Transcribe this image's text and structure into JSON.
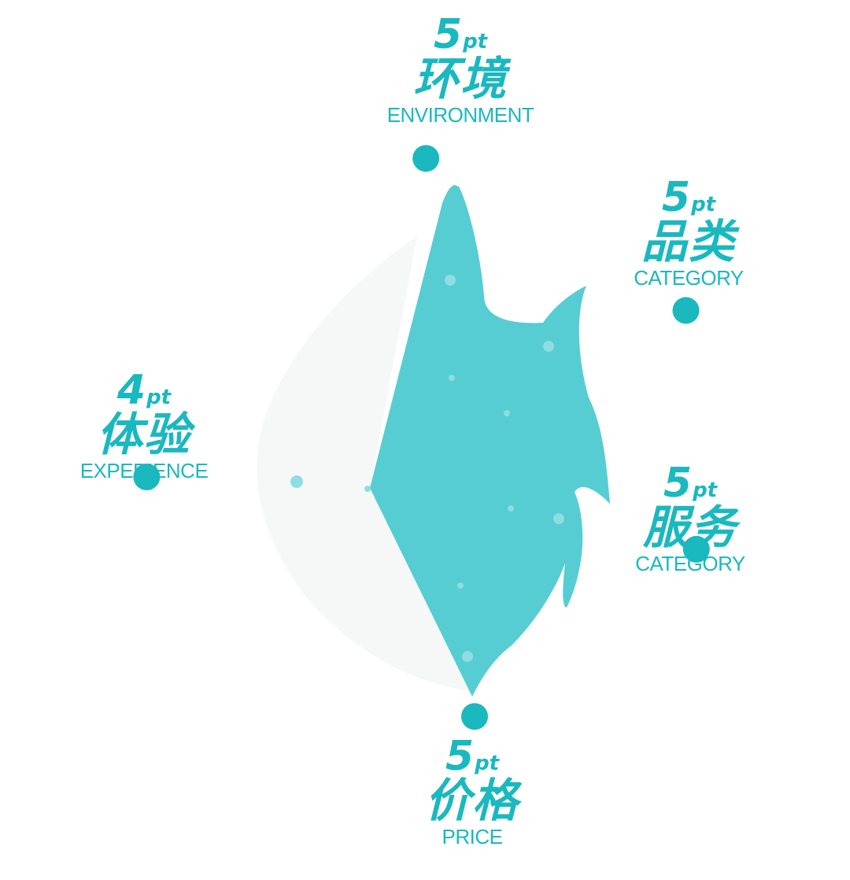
{
  "chart_data": {
    "type": "radar",
    "unit": "pt",
    "axes": [
      {
        "key": "env",
        "value": 5,
        "unit": "pt",
        "label_zh": "环境",
        "label_en": "ENVIRONMENT"
      },
      {
        "key": "cat",
        "value": 5,
        "unit": "pt",
        "label_zh": "品类",
        "label_en": "CATEGORY"
      },
      {
        "key": "svc",
        "value": 5,
        "unit": "pt",
        "label_zh": "服务",
        "label_en": "CATEGORY"
      },
      {
        "key": "prc",
        "value": 5,
        "unit": "pt",
        "label_zh": "价格",
        "label_en": "PRICE"
      },
      {
        "key": "exp",
        "value": 4,
        "unit": "pt",
        "label_zh": "体验",
        "label_en": "EXPERIENCE"
      }
    ],
    "max": 5
  },
  "colors": {
    "accent": "#1ab8bf",
    "fill": "#56cdd3",
    "dot_light": "#8fdde0",
    "ghost": "#f6f8f8"
  }
}
